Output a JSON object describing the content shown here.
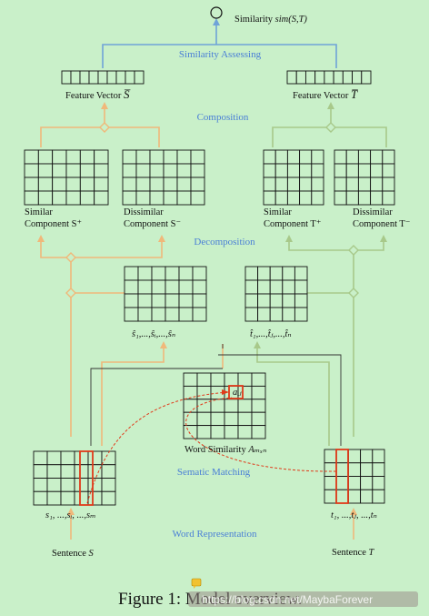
{
  "top": {
    "label": "Similarity",
    "formula": "sim(S,T)"
  },
  "stages": {
    "similarity_assessing": "Similarity Assessing",
    "composition": "Composition",
    "decomposition": "Decomposition",
    "sematic_matching": "Sematic Matching",
    "word_representation": "Word Representation"
  },
  "feature_vectors": {
    "left": "Feature Vector",
    "left_symbol": "S̅",
    "right": "Feature Vector",
    "right_symbol": "T̅"
  },
  "components": {
    "s_similar_1": "Similar",
    "s_similar_2": "Component S⁺",
    "s_dissimilar_1": "Dissimilar",
    "s_dissimilar_2": "Component S⁻",
    "t_similar_1": "Similar",
    "t_similar_2": "Component T⁺",
    "t_dissimilar_1": "Dissimilar",
    "t_dissimilar_2": "Component T⁻"
  },
  "hat_labels": {
    "s": "ŝ₁,...,ŝᵢ,...,ŝₙ",
    "t": "t̂₁,...,t̂ⱼ,...,t̂ₙ"
  },
  "word_similarity": {
    "label": "Word Similarity",
    "symbol": "Aₘₓₙ",
    "cell": "aᵢⱼ"
  },
  "sentences": {
    "s_seq": "s₁, ...,sᵢ, ...,sₘ",
    "s_name": "Sentence",
    "s_sym": "S",
    "t_seq": "t₁, ...,tⱼ, ...,tₙ",
    "t_name": "Sentence",
    "t_sym": "T"
  },
  "caption": "Figure 1: Model overview.",
  "watermark": "https://blog.csdn.net/MaybaForever",
  "colors": {
    "blue": "#6fa3d8",
    "orange": "#f0b87a",
    "green": "#a8c98a",
    "red": "#e03a1a",
    "label_blue": "#4a7fd6"
  }
}
